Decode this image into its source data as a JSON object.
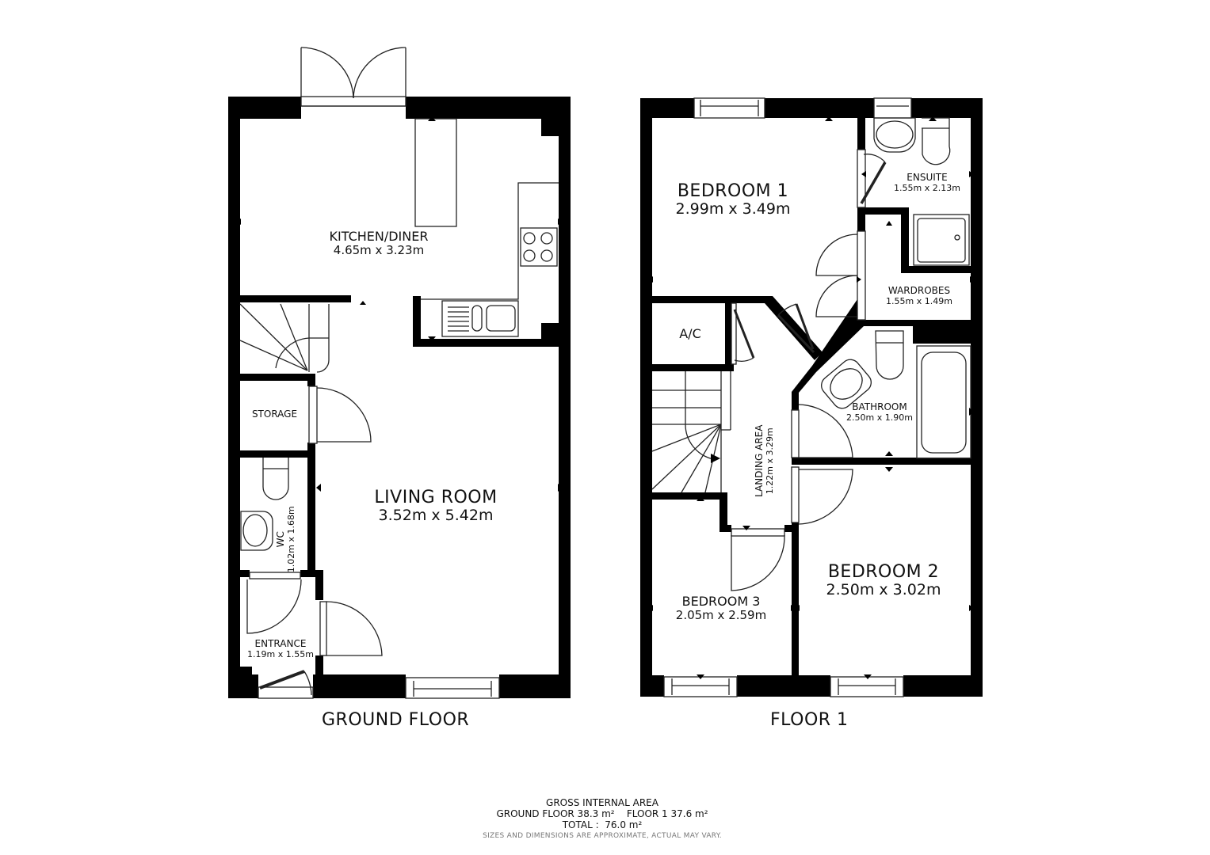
{
  "floors": [
    {
      "title": "GROUND FLOOR",
      "rooms": [
        {
          "name": "KITCHEN/DINER",
          "dims": "4.65m x 3.23m"
        },
        {
          "name": "STORAGE",
          "dims": ""
        },
        {
          "name": "WC",
          "dims": "1.02m x 1.68m"
        },
        {
          "name": "LIVING ROOM",
          "dims": "3.52m x 5.42m"
        },
        {
          "name": "ENTRANCE",
          "dims": "1.19m x 1.55m"
        }
      ]
    },
    {
      "title": "FLOOR 1",
      "rooms": [
        {
          "name": "BEDROOM 1",
          "dims": "2.99m x 3.49m"
        },
        {
          "name": "ENSUITE",
          "dims": "1.55m x 2.13m"
        },
        {
          "name": "WARDROBES",
          "dims": "1.55m x 1.49m"
        },
        {
          "name": "A/C",
          "dims": ""
        },
        {
          "name": "BATHROOM",
          "dims": "2.50m x 1.90m"
        },
        {
          "name": "LANDING AREA",
          "dims": "1.22m x 3.29m"
        },
        {
          "name": "BEDROOM 3",
          "dims": "2.05m x 2.59m"
        },
        {
          "name": "BEDROOM 2",
          "dims": "2.50m x 3.02m"
        }
      ]
    }
  ],
  "footer": {
    "heading": "GROSS INTERNAL AREA",
    "areas": "GROUND FLOOR 38.3 m²    FLOOR 1 37.6 m²",
    "total": "TOTAL :  76.0 m²",
    "disclaimer": "SIZES AND DIMENSIONS ARE APPROXIMATE, ACTUAL MAY VARY."
  },
  "colors": {
    "wall": "#000000",
    "line": "#222222",
    "background": "#ffffff",
    "disclaimer": "#777777"
  }
}
